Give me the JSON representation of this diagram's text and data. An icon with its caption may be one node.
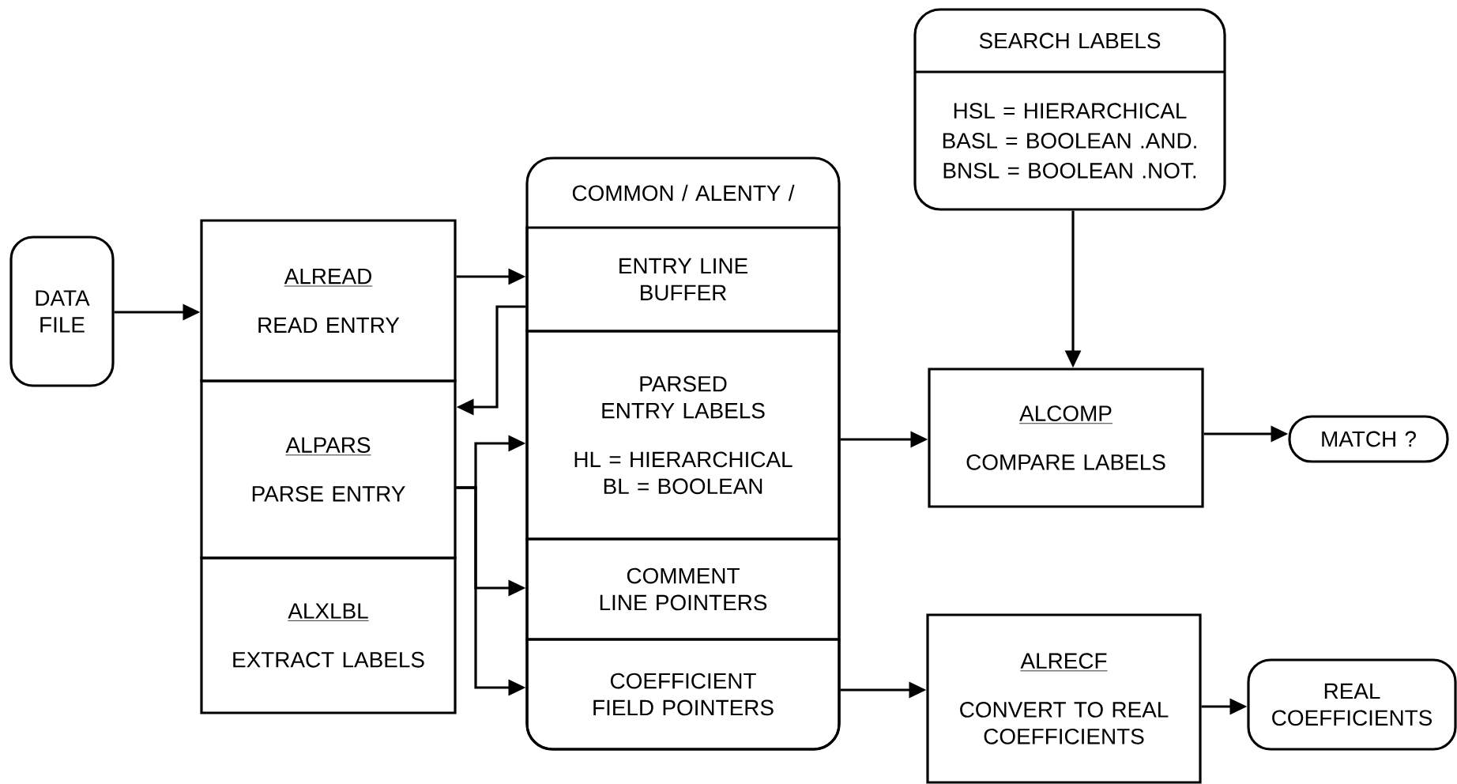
{
  "diagram": {
    "nodes": [
      {
        "text": [
          "DATA FILE"
        ]
      },
      {
        "text": [
          "ALREAD",
          "READ ENTRY"
        ]
      },
      {
        "text": [
          "ALPARS",
          "PARSE ENTRY"
        ]
      },
      {
        "text": [
          "ALXLBL",
          "EXTRACT LABELS"
        ]
      },
      {
        "text": [
          "COMMON / ALENTY /"
        ]
      },
      {
        "text": [
          "ENTRY LINE BUFFER"
        ],
        "in": 4
      },
      {
        "text": [
          "PARSED ENTRY LABELS",
          "HL = HIERARCHICAL",
          "BL = BOOLEAN"
        ],
        "in": 4
      },
      {
        "text": [
          "COMMENT LINE POINTERS"
        ],
        "in": 4
      },
      {
        "text": [
          "COEFFICIENT FIELD POINTERS"
        ],
        "in": 4
      },
      {
        "text": [
          "SEARCH LABELS",
          "HSL = HIERARCHICAL",
          "BASL = BOOLEAN .AND.",
          "BNSL = BOOLEAN .NOT."
        ]
      },
      {
        "text": [
          "ALCOMP",
          "COMPARE LABELS"
        ]
      },
      {
        "text": [
          "MATCH ?"
        ]
      },
      {
        "text": [
          "ALRECF",
          "CONVERT TO REAL COEFFICIENTS"
        ]
      },
      {
        "text": [
          "REAL COEFFICIENTS"
        ]
      }
    ],
    "edges": [
      {
        "from": 0,
        "to": 1,
        "arrow": "to"
      },
      {
        "from": 1,
        "to": 5,
        "arrow": "to"
      },
      {
        "from": 5,
        "to": 2,
        "arrow": "to"
      },
      {
        "from": 2,
        "to": 6,
        "arrow": "to"
      },
      {
        "from": 2,
        "to": 7,
        "arrow": "to"
      },
      {
        "from": 2,
        "to": 8,
        "arrow": "to"
      },
      {
        "from": 6,
        "to": 10,
        "arrow": "to"
      },
      {
        "from": 9,
        "to": 10,
        "arrow": "to"
      },
      {
        "from": 10,
        "to": 11,
        "arrow": "to"
      },
      {
        "from": 8,
        "to": 12,
        "arrow": "to"
      },
      {
        "from": 12,
        "to": 13,
        "arrow": "to"
      }
    ]
  }
}
